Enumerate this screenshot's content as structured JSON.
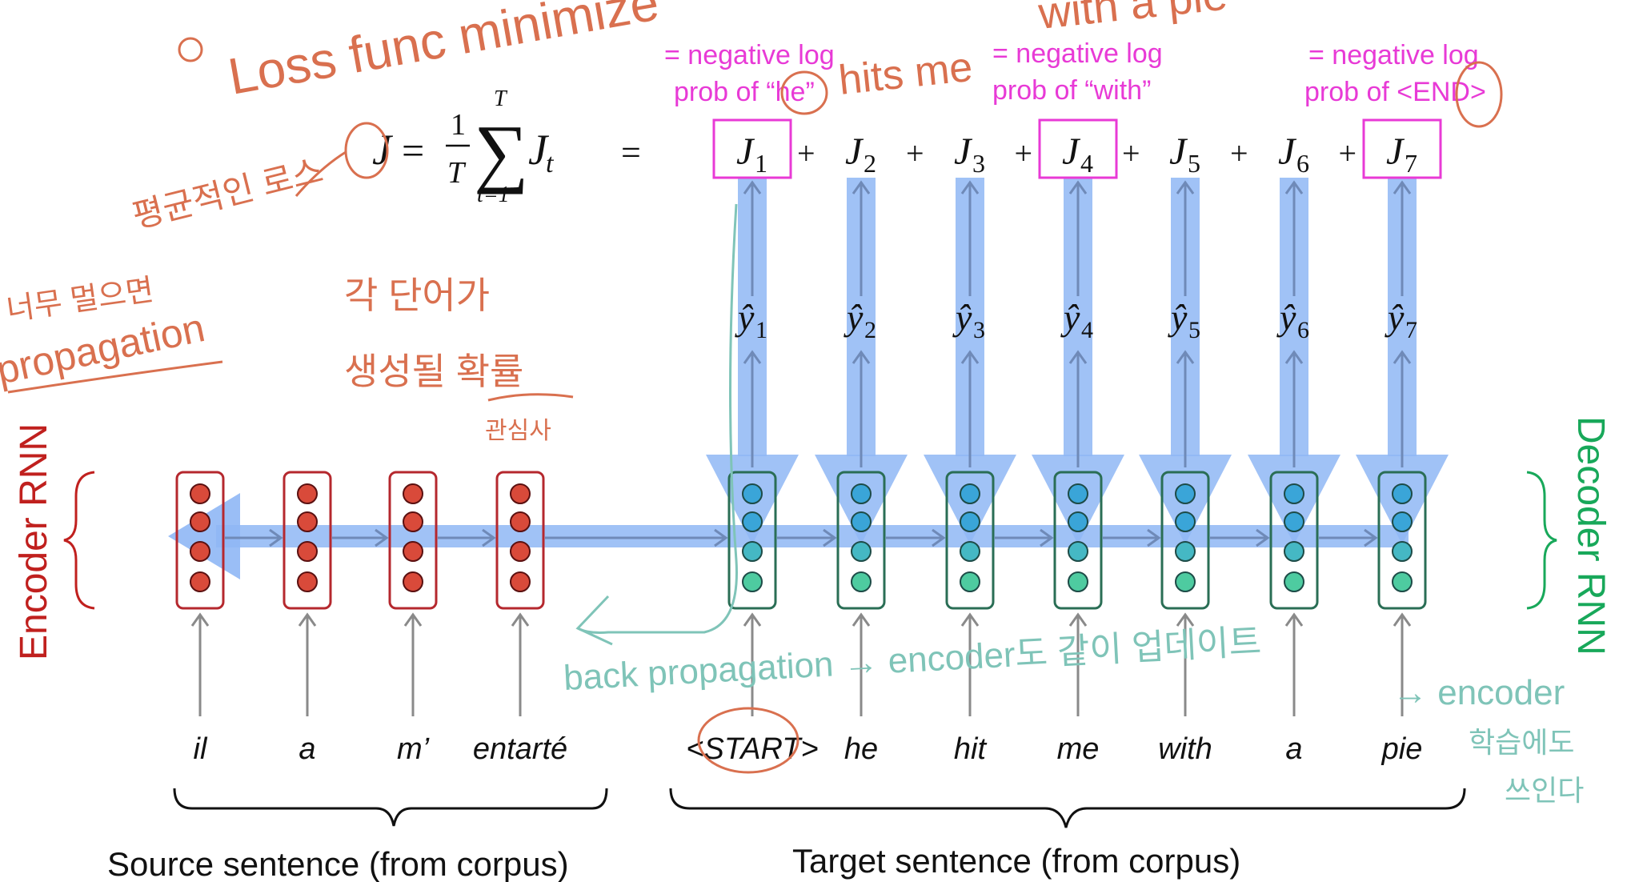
{
  "formula": {
    "lhs": "J",
    "equals": "=",
    "frac_num": "1",
    "frac_den": "T",
    "sum_upper": "T",
    "sum_lower": "t=1",
    "term": "J",
    "term_sub": "t",
    "equals2": "=",
    "plus": "+"
  },
  "loss_terms": [
    {
      "sym": "J",
      "sub": "1",
      "boxed": true
    },
    {
      "sym": "J",
      "sub": "2",
      "boxed": false
    },
    {
      "sym": "J",
      "sub": "3",
      "boxed": false
    },
    {
      "sym": "J",
      "sub": "4",
      "boxed": true
    },
    {
      "sym": "J",
      "sub": "5",
      "boxed": false
    },
    {
      "sym": "J",
      "sub": "6",
      "boxed": false
    },
    {
      "sym": "J",
      "sub": "7",
      "boxed": true
    }
  ],
  "outputs": [
    {
      "sym": "ŷ",
      "sub": "1"
    },
    {
      "sym": "ŷ",
      "sub": "2"
    },
    {
      "sym": "ŷ",
      "sub": "3"
    },
    {
      "sym": "ŷ",
      "sub": "4"
    },
    {
      "sym": "ŷ",
      "sub": "5"
    },
    {
      "sym": "ŷ",
      "sub": "6"
    },
    {
      "sym": "ŷ",
      "sub": "7"
    }
  ],
  "annotations": [
    {
      "line1": "= negative log",
      "line2": "prob of “he”"
    },
    {
      "line1": "= negative log",
      "line2": "prob of “with”"
    },
    {
      "line1": "= negative log",
      "line2": "prob of <END>"
    }
  ],
  "source_words": [
    "il",
    "a",
    "m’",
    "entarté"
  ],
  "target_words": [
    "<START>",
    "he",
    "hit",
    "me",
    "with",
    "a",
    "pie"
  ],
  "encoder_label": "Encoder RNN",
  "decoder_label": "Decoder RNN",
  "source_caption": "Source sentence (from corpus)",
  "target_caption": "Target sentence (from corpus)",
  "handwritten": {
    "loss_func": "Loss func minimize",
    "hits_me": "hits me",
    "with_a_pie": "with a pie",
    "avg_loss": "평균적인 로스",
    "too_long": "너무 멀으면",
    "propagation": "propagation",
    "each_word_1": "각 단어가",
    "each_word_2": "생성될 확률",
    "interest": "관심사",
    "backprop": "back propagation → encoder도 같이 업데이트",
    "encoder_note": "→ encoder",
    "encoder_note2": "학습에도",
    "encoder_note3": "쓰인다"
  },
  "colors": {
    "encoder": "#b5282e",
    "encoder_dot": "#d94a3a",
    "decoder": "#2a6e55",
    "decoder_dot_top": "#3aa5d8",
    "decoder_dot_bottom": "#4ecba0",
    "blue_arrow": "#8fb7f5",
    "pink": "#e83ad6",
    "hand_orange": "#d9704f",
    "hand_teal": "#7fc4b8",
    "encoder_label": "#c0201e",
    "decoder_label": "#18a85a"
  }
}
